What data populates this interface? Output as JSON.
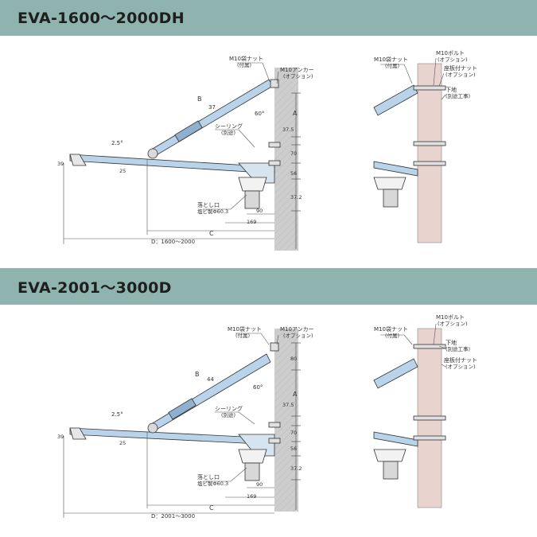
{
  "sections": [
    {
      "title": "EVA-1600〜2000DH",
      "labels": {
        "nut": "M10袋ナット",
        "nut_sub": "(付属)",
        "anchor": "M10アンカー",
        "anchor_sub": "(オプション)",
        "seal": "シーリング",
        "seal_sub": "(別途)",
        "drain": "落とし口",
        "drain_sub": "塩ビ製Φ60.3",
        "angle_slope": "2.5°",
        "angle_60": "60°",
        "B": "B",
        "A": "A",
        "C": "C",
        "D": "D：1600〜2000",
        "dim_37": "37",
        "dim_39": "39",
        "dim_25": "25",
        "dim_37_5": "37.5",
        "dim_70": "70",
        "dim_56": "56",
        "dim_37_2": "37.2",
        "dim_90": "90",
        "dim_169": "169"
      },
      "detail": {
        "nut": "M10袋ナット",
        "nut_sub": "(付属)",
        "bolt": "M10ボルト",
        "bolt_sub": "(オプション)",
        "washer_nut": "座板付ナット",
        "washer_nut_sub": "(オプション)",
        "base": "下地",
        "base_sub": "(別途工事)"
      }
    },
    {
      "title": "EVA-2001〜3000D",
      "labels": {
        "nut": "M10袋ナット",
        "nut_sub": "(付属)",
        "anchor": "M10アンカー",
        "anchor_sub": "(オプション)",
        "seal": "シーリング",
        "seal_sub": "(別途)",
        "drain": "落とし口",
        "drain_sub": "塩ビ製Φ60.3",
        "angle_slope": "2.5°",
        "angle_60": "60°",
        "B": "B",
        "A": "A",
        "C": "C",
        "D": "D：2001〜3000",
        "dim_44": "44",
        "dim_80": "80",
        "dim_39": "39",
        "dim_25": "25",
        "dim_37_5": "37.5",
        "dim_70": "70",
        "dim_56": "56",
        "dim_37_2": "37.2",
        "dim_90": "90",
        "dim_169": "169"
      },
      "detail": {
        "nut": "M10袋ナット",
        "nut_sub": "(付属)",
        "bolt": "M10ボルト",
        "bolt_sub": "(オプション)",
        "base": "下地",
        "base_sub": "(別途工事)",
        "washer_nut": "座板付ナット",
        "washer_nut_sub": "(オプション)"
      }
    }
  ],
  "colors": {
    "header": "#8fb3ae",
    "wall": "#c9c9c9",
    "base": "#e9d3ce",
    "member": "#b9d3ea",
    "line": "#333333"
  }
}
